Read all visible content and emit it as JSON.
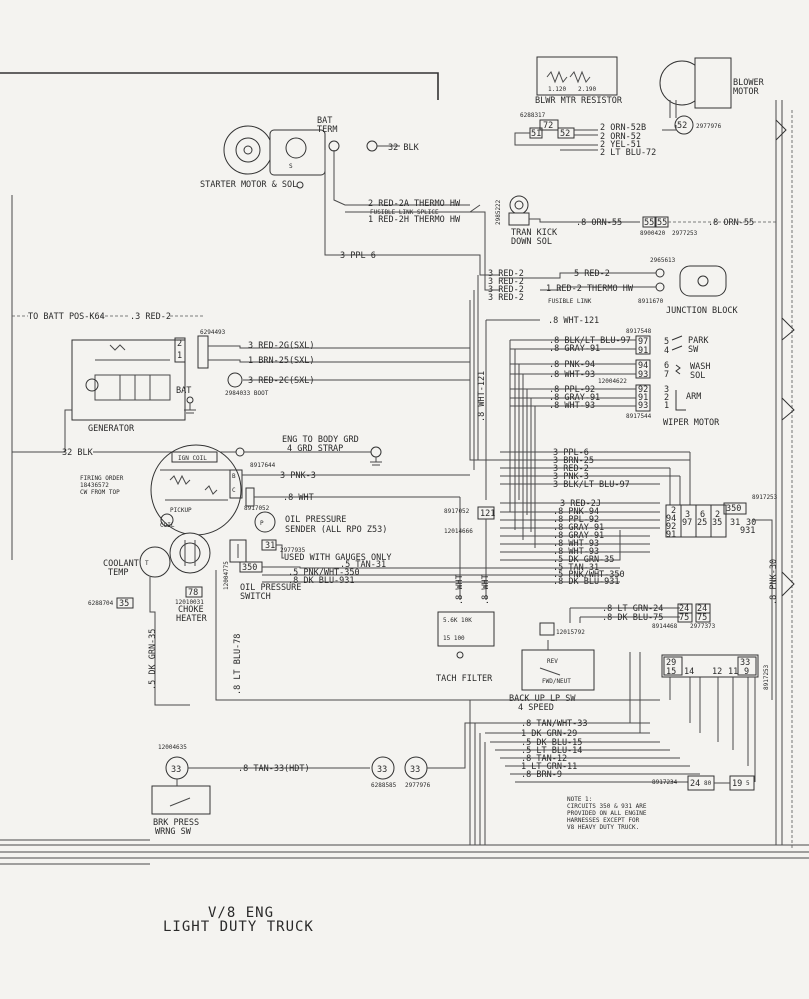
{
  "title": {
    "line1": "V/8 ENG",
    "line2": "LIGHT DUTY TRUCK"
  },
  "components": {
    "blower_resistor": "BLWR MTR RESISTOR",
    "blower_motor_l1": "BLOWER",
    "blower_motor_l2": "MOTOR",
    "starter": "STARTER MOTOR & SOL",
    "bat_term_l1": "BAT",
    "bat_term_l2": "TERM",
    "tran_l1": "TRAN KICK",
    "tran_l2": "DOWN SOL",
    "junction_block": "JUNCTION BLOCK",
    "generator": "GENERATOR",
    "gen_bat": "BAT",
    "park_sw_l1": "PARK",
    "park_sw_l2": "SW",
    "wash_sol_l1": "WASH",
    "wash_sol_l2": "SOL",
    "arm": "ARM",
    "wiper_motor": "WIPER MOTOR",
    "eng_grd_l1": "ENG TO BODY GRD",
    "eng_grd_l2": "4 GRD STRAP",
    "ign_coil": "IGN COIL",
    "pickup_coil_l1": "PICKUP",
    "pickup_coil_l2": "COIL",
    "firing_order_l1": "FIRING ORDER",
    "firing_order_l2": "18436572",
    "firing_order_l3": "CW FROM TOP",
    "oil_sender_l1": "OIL PRESSURE",
    "oil_sender_l2": "SENDER (ALL RPO Z53)",
    "gauges_note": "USED WITH GAUGES ONLY",
    "oil_switch_l1": "OIL PRESSURE",
    "oil_switch_l2": "SWITCH",
    "coolant_l1": "COOLANT",
    "coolant_l2": "TEMP",
    "choke_l1": "CHOKE",
    "choke_l2": "HEATER",
    "tach_filter": "TACH FILTER",
    "tach_res": "5.6K 10K",
    "tach_cap": "15 100",
    "backup_l1": "BACK UP LP SW",
    "backup_l2": "4 SPEED",
    "backup_rev": "REV",
    "backup_fwd": "FWD/NEUT",
    "brk_l1": "BRK PRESS",
    "brk_l2": "WRNG SW",
    "fusible_link_splice": "FUSIBLE LINK SPLICE",
    "fusible_link": "FUSIBLE LINK",
    "boot": "2984033 BOOT"
  },
  "part_numbers": {
    "blwr": "6288317",
    "blwr_motor": "2977976",
    "tran": "2985222",
    "tran_conn1": "8900420",
    "tran_conn2": "2977253",
    "jb1": "2965613",
    "jb2": "8911670",
    "gen": "6294493",
    "wiper1": "8917548",
    "wiper2": "12004622",
    "wiper3": "8917544",
    "coil": "8917644",
    "oil": "8917052",
    "gauge": "2977935",
    "oil_sw": "12004775",
    "coolant": "6288704",
    "choke": "12010031",
    "tach1": "8917052",
    "tach2": "12014666",
    "backup1": "8914468",
    "backup2": "2977373",
    "backup3": "12015792",
    "brk": "12004635",
    "brk_conn1": "6288585",
    "brk_conn2": "2977976",
    "bulk1": "8917253",
    "bulk2": "8917234",
    "bulk3": "8917253"
  },
  "wires": {
    "blwr": [
      "2 ORN-52B",
      "2 ORN-52",
      "2 YEL-51",
      "2 LT BLU-72"
    ],
    "bat_32": "32 BLK",
    "thermo": [
      "2 RED-2A THERMO HW",
      "1 RED-2H THERMO HW"
    ],
    "ppl6": "3 PPL 6",
    "orn55_a": ".8 ORN-55",
    "orn55_b": ".8 ORN-55",
    "red_jb": [
      "3 RED-2",
      "3 RED-2",
      "3 RED-2",
      "3 RED-2"
    ],
    "jb_red": [
      "5 RED-2",
      "1 RED-2 THERMO HW"
    ],
    "batt_pos": "TO BATT POS-K64",
    "batt_pos_w": ".3 RED-2",
    "gen_wires": [
      "3 RED-2G(SXL)",
      "1 BRN-25(SXL)",
      "3 RED-2C(SXL)"
    ],
    "wht121": ".8 WHT-121",
    "wht121_v": ".8 WHT-121",
    "wiper_wires": [
      ".8 BLK/LT BLU-97",
      ".8 GRAY-91",
      ".8 PNK-94",
      ".8 WHT-93",
      ".8 PPL-92",
      ".8 GRAY-91",
      ".8 WHT-93"
    ],
    "gen_32": "32 BLK",
    "coil_wire": "3 PNK-3",
    "wht_8": ".8 WHT",
    "bulk_a": [
      "3 PPL-6",
      "3 BRN-25",
      "3 RED-2",
      "3 PNK-3",
      "3 BLK/LT BLU-97"
    ],
    "bulk_b": [
      "3 RED-2J",
      ".8 PNK-94",
      ".8 PPL-92",
      ".8 GRAY-91",
      ".8 GRAY-91",
      ".8 WHT-93",
      ".8 WHT-93",
      ".5 DK GRN-35",
      ".5 TAN-31",
      ".5 PNK/WHT-350",
      ".8 DK BLU-931"
    ],
    "gauge_wires": [
      ".5 TAN-31",
      ".5 PNK/WHT-350",
      ".8 DK BLU-931"
    ],
    "dk_grn_35": ".5 DK GRN-35",
    "lt_blu_78": ".8 LT BLU-78",
    "tach_wht_a": ".8 WHT",
    "tach_wht_b": ".8 WHT",
    "pnk30": ".8 PNK-30",
    "backup": [
      ".8 LT GRN-24",
      ".8 DK BLU-75"
    ],
    "lower": [
      ".8 TAN/WHT-33",
      "1 DK GRN-29",
      ".5 DK BLU-15",
      ".5 LT BLU-14",
      ".8 TAN-12",
      "1 LT GRN-11",
      ".8 BRN-9"
    ],
    "brk_wire": ".8 TAN-33(HDT)"
  },
  "connectors": {
    "c72": "72",
    "c51": "51",
    "c52": "52",
    "c52b": "52",
    "c55a": "55",
    "c55b": "55",
    "c35": "35",
    "c78": "78",
    "c31": "31",
    "c350": "350",
    "c121": "121",
    "c33a": "33",
    "c33b": "33",
    "c33c": "33",
    "c24a": "24",
    "c75a": "75",
    "c24b": "24",
    "c75b": "75",
    "wiper_pins": [
      "97",
      "91",
      "94",
      "93",
      "92",
      "91",
      "93"
    ],
    "wiper_nums": [
      "5",
      "4",
      "6",
      "7",
      "3",
      "2",
      "1"
    ],
    "gen_pins": [
      "2",
      "1"
    ],
    "bulk_pins": [
      "2",
      "94",
      "92",
      "91",
      "3",
      "97",
      "6",
      "25",
      "2",
      "35",
      "31",
      "350",
      "30",
      "931"
    ],
    "lower_pins": [
      "29",
      "33",
      "15",
      "14",
      "12",
      "11",
      "9"
    ],
    "brk_pins": [
      "24",
      "80",
      "19",
      "5"
    ]
  },
  "note": {
    "l1": "NOTE 1:",
    "l2": "CIRCUITS 350 & 931 ARE",
    "l3": "PROVIDED ON ALL ENGINE",
    "l4": "HARNESSES EXCEPT FOR",
    "l5": "V8 HEAVY DUTY TRUCK."
  }
}
